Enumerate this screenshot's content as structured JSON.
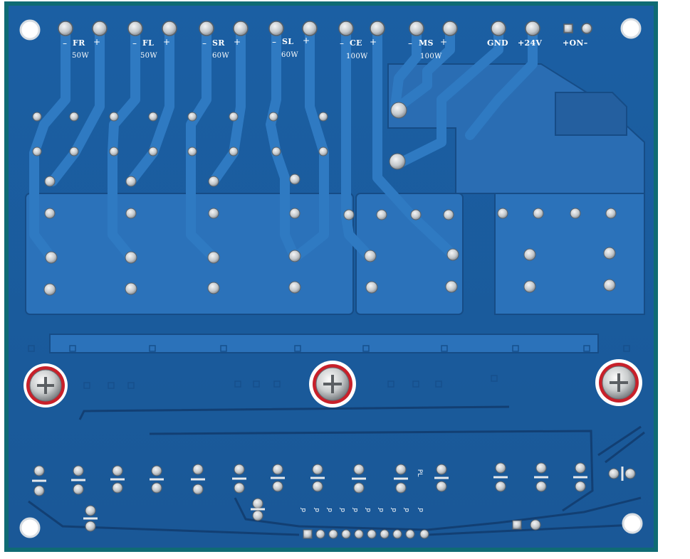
{
  "board": {
    "colors": {
      "substrate": "#1a5a9c",
      "copper": "#2a6fb6",
      "edge": "#0e6e78",
      "pad": "#c9cdd2"
    },
    "channels": [
      {
        "minus": "–",
        "name": "FR",
        "plus": "+",
        "power": "50W"
      },
      {
        "minus": "–",
        "name": "FL",
        "plus": "+",
        "power": "50W"
      },
      {
        "minus": "–",
        "name": "SR",
        "plus": "+",
        "power": "60W"
      },
      {
        "minus": "–",
        "name": "SL",
        "plus": "+",
        "power": "60W"
      },
      {
        "minus": "–",
        "name": "CE",
        "plus": "+",
        "power": "100W"
      },
      {
        "minus": "–",
        "name": "MS",
        "plus": "+",
        "power": "100W"
      }
    ],
    "power_labels": {
      "gnd": "GND",
      "vin": "+24V",
      "on": "+ON–"
    },
    "bottom_labels": [
      "ɗ",
      "ɗ",
      "ɗ",
      "ɗ",
      "ɗ",
      "ɗ",
      "ɗ",
      "ɗ",
      "ɗ",
      "ɗ"
    ],
    "side_label": "PL",
    "screws": [
      "left-screw",
      "center-screw",
      "right-screw"
    ]
  }
}
